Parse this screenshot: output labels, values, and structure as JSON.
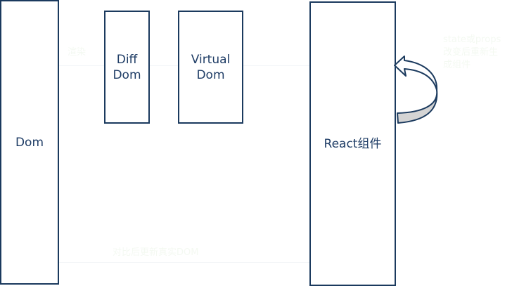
{
  "diagram": {
    "nodes": [
      {
        "id": "dom",
        "label": "Dom"
      },
      {
        "id": "diff-dom",
        "label": "Diff\nDom"
      },
      {
        "id": "virtual-dom",
        "label": "Virtual\nDom"
      },
      {
        "id": "react-component",
        "label": "React组件"
      }
    ],
    "arrows": [
      {
        "from": "react-component",
        "to": "react-component",
        "style": "curved-self-loop",
        "fill": "#d4d4d4",
        "stroke": "#1b3a5e"
      }
    ],
    "faint_annotations": [
      {
        "near": "dom-to-diff",
        "text": "渲染"
      },
      {
        "near": "react-self-loop",
        "text": "state或props改变后重新生成组件"
      },
      {
        "near": "bottom",
        "text": "对比后更新真实DOM"
      }
    ]
  },
  "colors": {
    "border": "#1b3a5e",
    "text": "#1f3d66",
    "arrow_fill": "#d4d4d4",
    "background": "#ffffff"
  }
}
